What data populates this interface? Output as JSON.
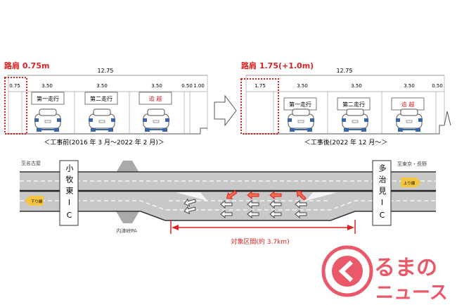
{
  "before": {
    "shoulder_title": "路肩 0.75m",
    "total_width": "12.75",
    "widths": [
      "0.75",
      "3.50",
      "3.50",
      "3.50",
      "0.50",
      "1.00"
    ],
    "lanes": [
      "第一走行",
      "第二走行",
      "追 越"
    ],
    "caption": "＜工事前(2016 年 3 月～2022 年 2 月)＞"
  },
  "after": {
    "shoulder_title": "路肩 1.75(+1.0m)",
    "total_width": "12.75",
    "widths": [
      "1.75",
      "3.50",
      "3.50",
      "3.50",
      "0.50"
    ],
    "lanes": [
      "第一走行",
      "第二走行",
      "追 越"
    ],
    "caption": "＜工事後(2022 年 12 月～＞"
  },
  "map": {
    "to_nagoya": "至名古屋",
    "to_tokyo": "至東京・長野",
    "ic_left": "小牧東IC",
    "ic_right": "多治見IC",
    "pa": "内津峠PA",
    "down_line": "下り線",
    "up_line": "上り線",
    "section": "対象区間(約 3.7km)"
  },
  "logo": {
    "line1": "るまの",
    "line2": "ニュース"
  },
  "colors": {
    "accent_red": "#e02020",
    "road": "#c8c8c8",
    "line_yellow": "#f5c542"
  }
}
